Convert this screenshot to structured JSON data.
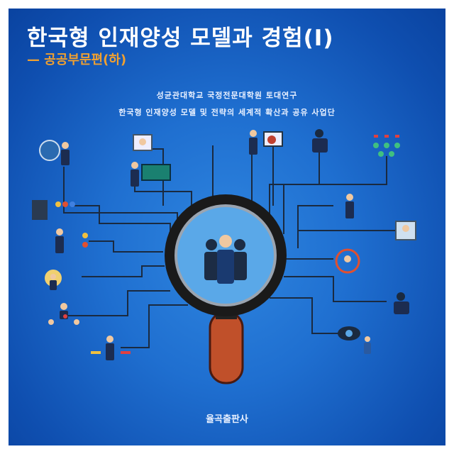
{
  "cover": {
    "title": "한국형 인재양성 모델과 경험(I)",
    "subtitle": "— 공공부문편(하)",
    "org_line1": "성균관대학교 국정전문대학원 토대연구",
    "org_line2": "한국형 인재양성 모델 및 전략의 세계적 확산과 공유 사업단",
    "publisher": "율곡출판사"
  },
  "colors": {
    "background": "#1f6fd0",
    "subtitle": "#f0a030",
    "lens_ring": "#1a1a1a",
    "handle": "#c0502a"
  }
}
